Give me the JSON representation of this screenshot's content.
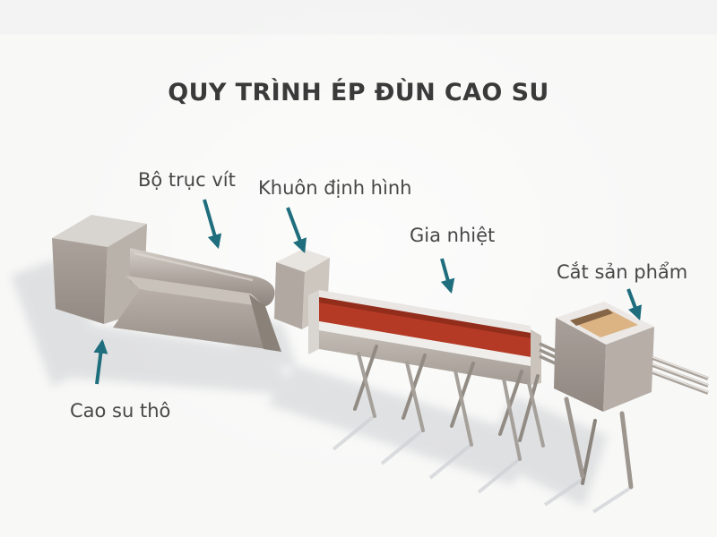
{
  "title": "QUY TRÌNH ÉP ĐÙN CAO SU",
  "diagram": {
    "type": "process-diagram",
    "subject": "rubber-extrusion-line",
    "steps": [
      {
        "id": "raw-rubber",
        "label": "Cao su thô",
        "points_to": "hopper"
      },
      {
        "id": "screw-unit",
        "label": "Bộ trục vít",
        "points_to": "screw-barrel"
      },
      {
        "id": "shaping-die",
        "label": "Khuôn định hình",
        "points_to": "die-box"
      },
      {
        "id": "heating",
        "label": "Gia nhiệt",
        "points_to": "heating-trough"
      },
      {
        "id": "cut-product",
        "label": "Cắt sản phẩm",
        "points_to": "cutting-box"
      }
    ]
  },
  "colors": {
    "arrow": "#1f6e7d",
    "heated_rubber": "#b43a25",
    "cut_product": "#dcb383",
    "background": "#f1f2f1",
    "title_text": "#3a3a3a",
    "label_text": "#474747"
  }
}
